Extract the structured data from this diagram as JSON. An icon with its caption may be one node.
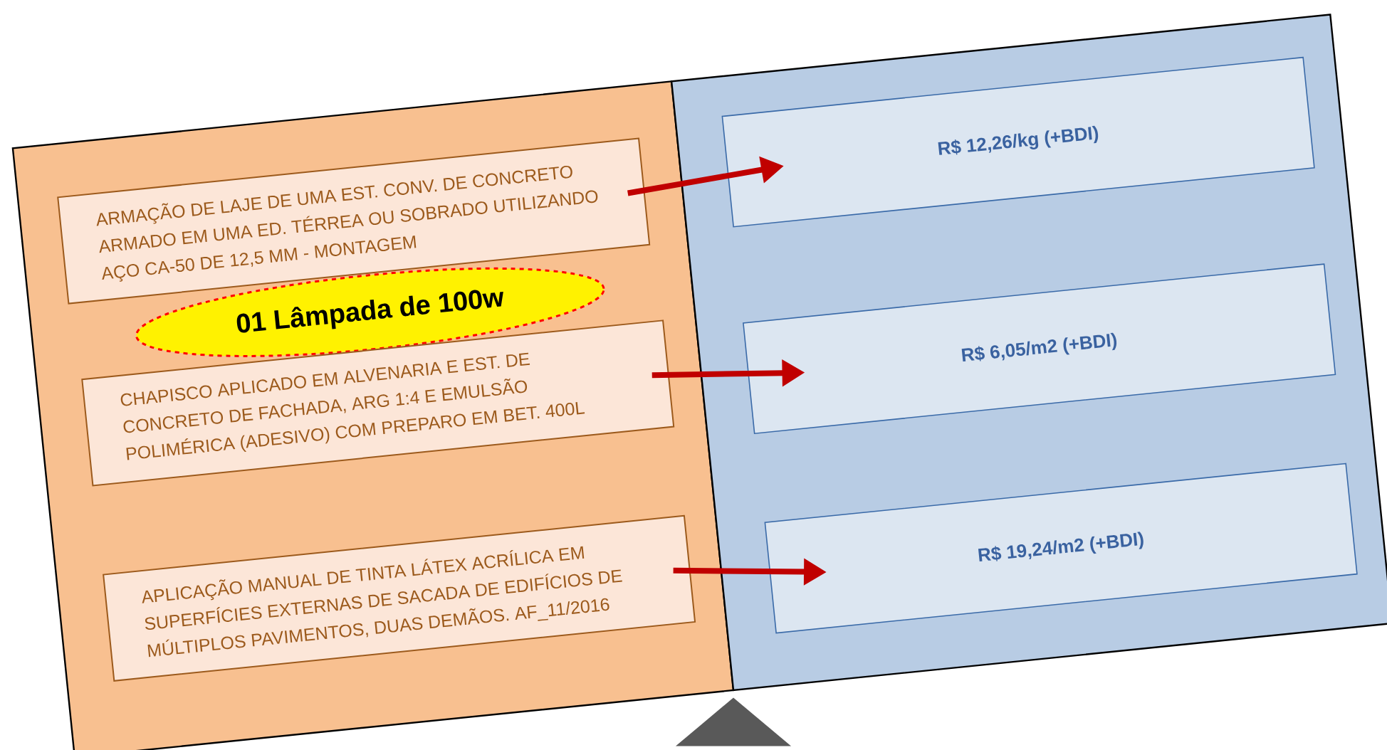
{
  "diagram": {
    "nodes": [
      {
        "text": [],
        "shape": "box"
      },
      {
        "text": [
          "ARMAÇÃO DE LAJE DE UMA EST. CONV. DE CONCRETO ARMADO EM UMA ED. TÉRREA OU SOBRADO UTILIZANDO AÇO CA-50 DE 12,5 MM - MONTAGEM"
        ],
        "in": 0
      },
      {
        "text": [
          "01 Lâmpada de 100w"
        ],
        "in": 0
      },
      {
        "text": [
          "CHAPISCO APLICADO EM ALVENARIA E EST. DE CONCRETO DE FACHADA, ARG 1:4 E EMULSÃO POLIMÉRICA (ADESIVO) COM PREPARO EM BET. 400L"
        ],
        "in": 0
      },
      {
        "text": [
          "APLICAÇÃO MANUAL DE TINTA LÁTEX ACRÍLICA EM SUPERFÍCIES EXTERNAS DE SACADA DE EDIFÍCIOS DE MÚLTIPLOS PAVIMENTOS, DUAS DEMÃOS. AF_11/2016"
        ],
        "in": 0
      },
      {
        "text": [],
        "shape": "box"
      },
      {
        "text": [
          "R$ 12,26/kg (+BDI)"
        ],
        "in": 5
      },
      {
        "text": [
          "R$ 6,05/m2 (+BDI)"
        ],
        "in": 5
      },
      {
        "text": [
          "R$ 19,24/m2 (+BDI)"
        ],
        "in": 5
      },
      {
        "text": [],
        "shape": "triangle"
      }
    ],
    "edges": [
      {
        "from": 1,
        "to": 6,
        "arrow": "to"
      },
      {
        "from": 3,
        "to": 7,
        "arrow": "to"
      },
      {
        "from": 4,
        "to": 8,
        "arrow": "to"
      }
    ]
  }
}
